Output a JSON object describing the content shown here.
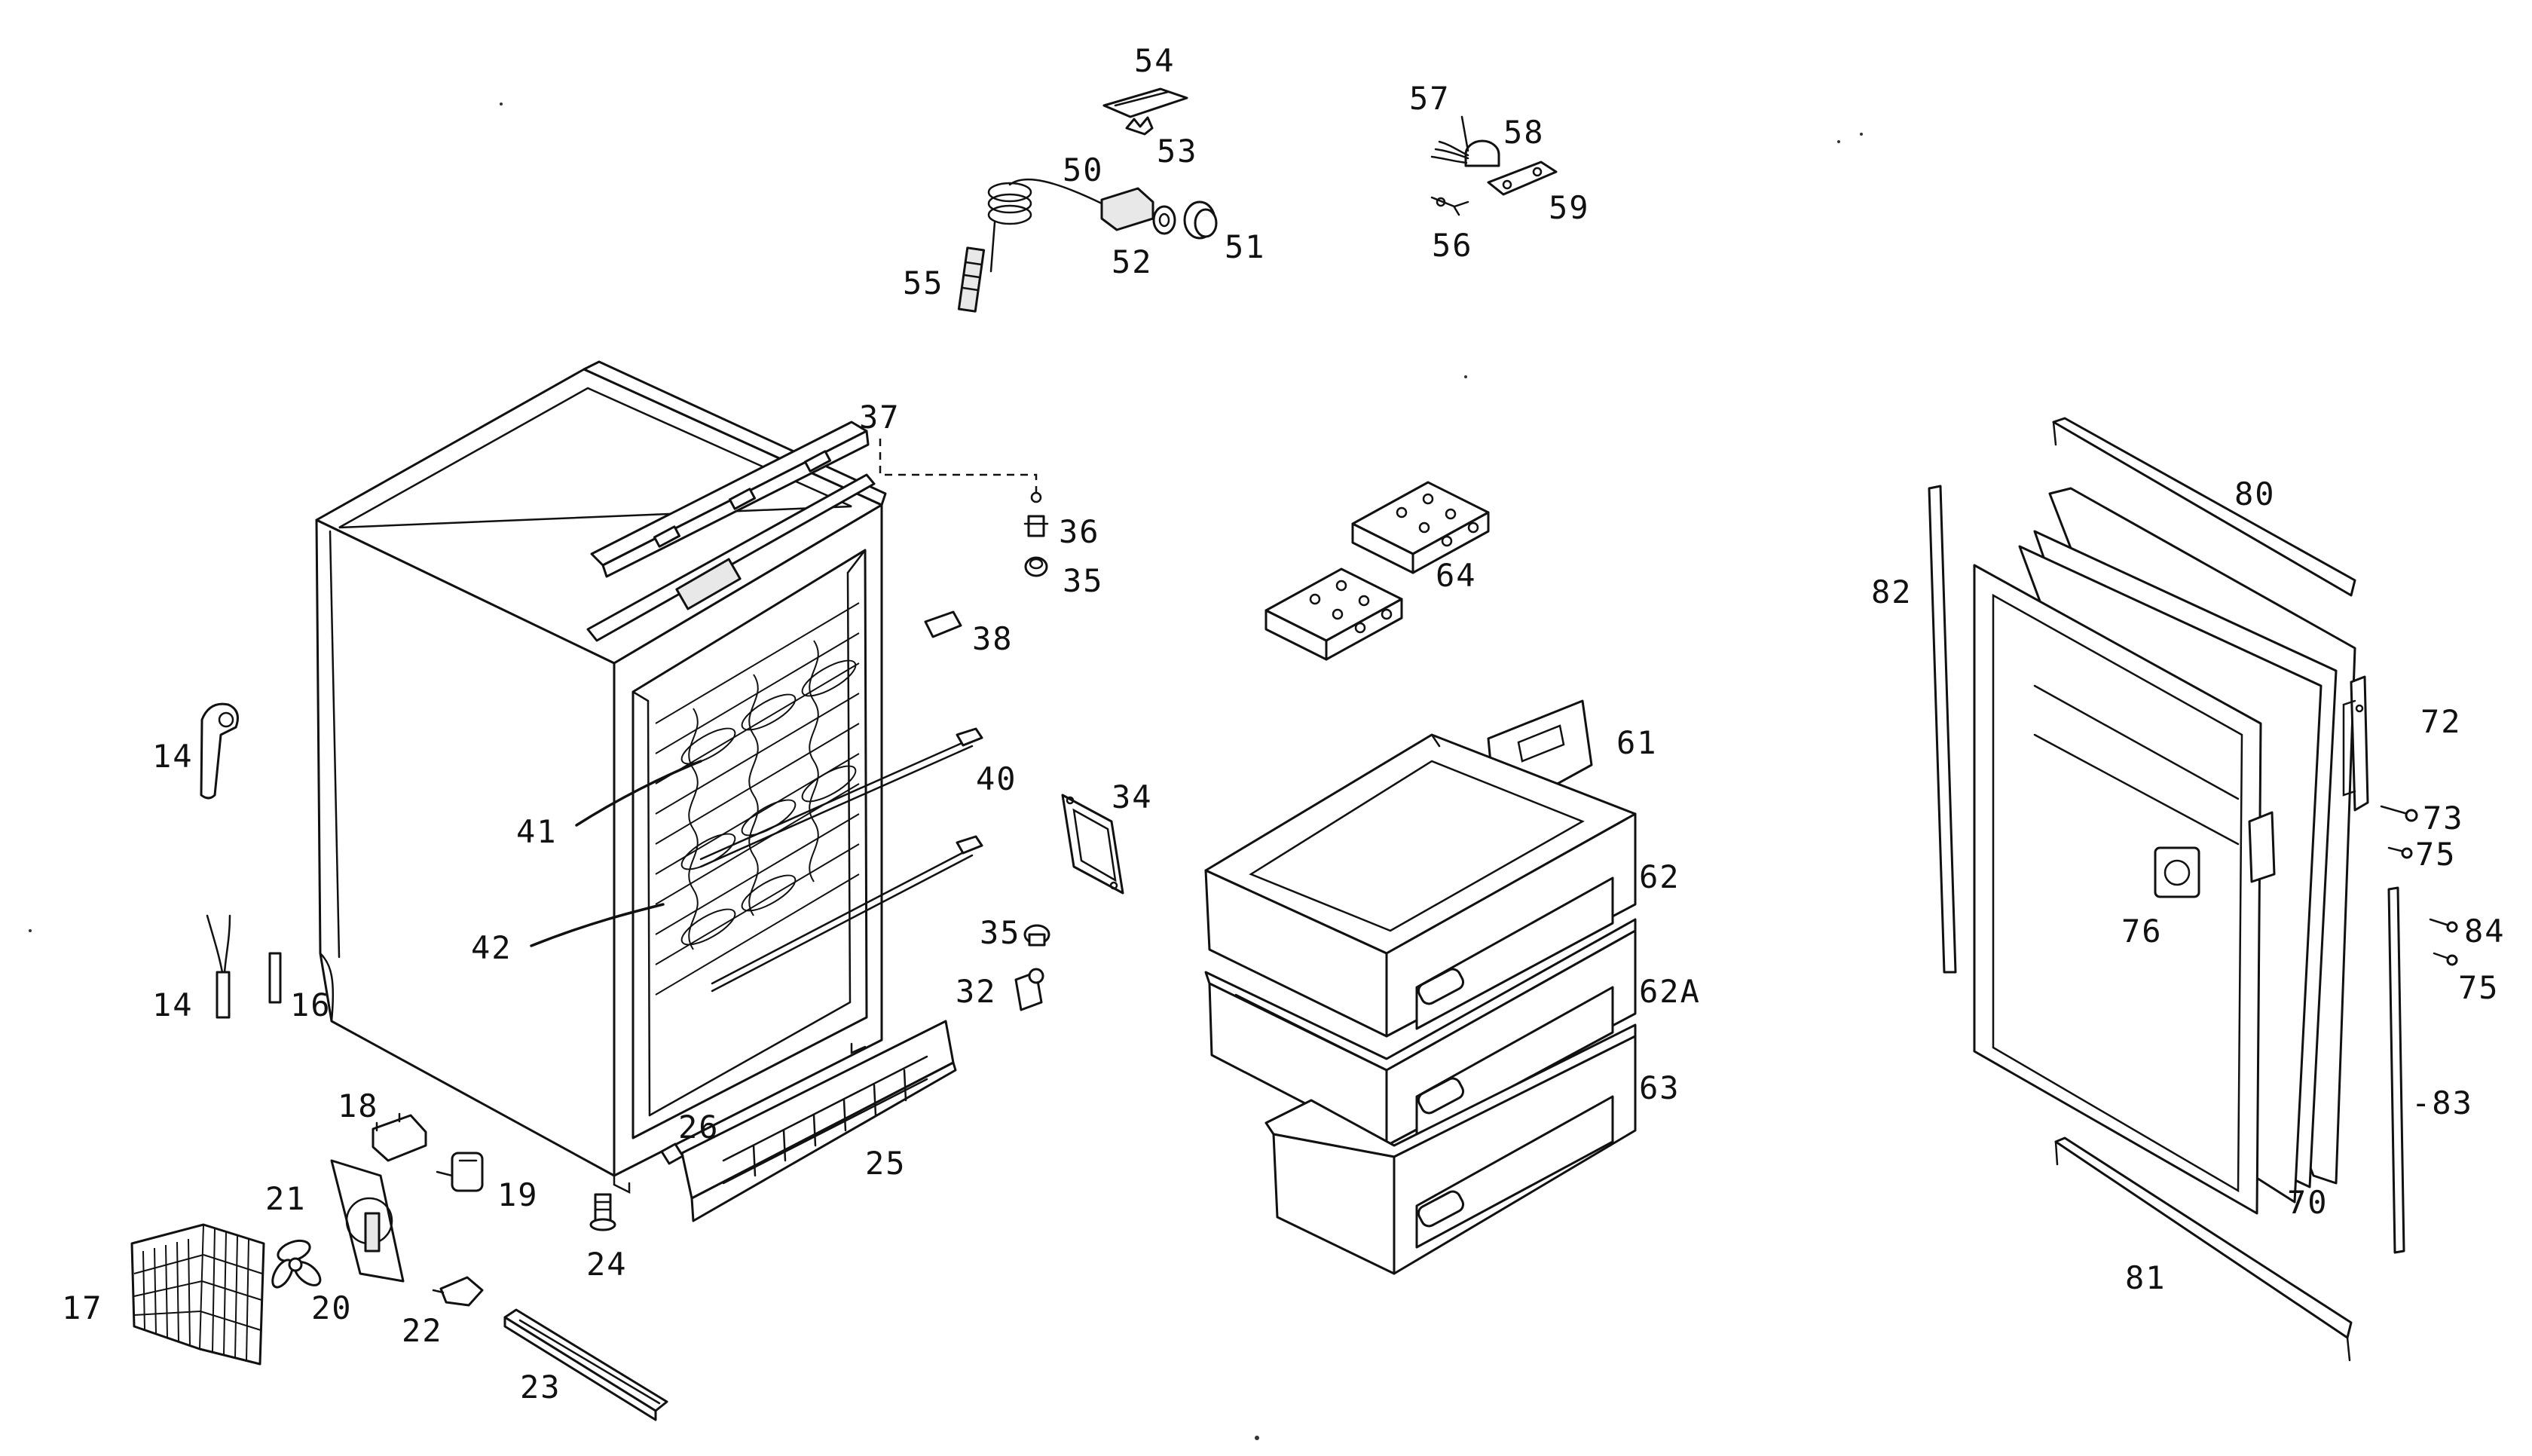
{
  "callouts": {
    "c54": "54",
    "c53": "53",
    "c50": "50",
    "c51": "51",
    "c52": "52",
    "c55": "55",
    "c57": "57",
    "c58": "58",
    "c59": "59",
    "c56": "56",
    "c37": "37",
    "c36": "36",
    "c35a": "35",
    "c38": "38",
    "c40": "40",
    "c41": "41",
    "c42": "42",
    "c34": "34",
    "c35b": "35",
    "c32": "32",
    "c14a": "14",
    "c14b": "14",
    "c16": "16",
    "c18": "18",
    "c19": "19",
    "c21": "21",
    "c20": "20",
    "c17": "17",
    "c22": "22",
    "c23": "23",
    "c24": "24",
    "c25": "25",
    "c26": "26",
    "c64": "64",
    "c61": "61",
    "c62": "62",
    "c62A": "62A",
    "c63": "63",
    "c80": "80",
    "c82": "82",
    "c72": "72",
    "c73": "73",
    "c75a": "75",
    "c76": "76",
    "c84": "84",
    "c75b": "75",
    "c83": "-83",
    "c70": "70",
    "c81": "81"
  }
}
